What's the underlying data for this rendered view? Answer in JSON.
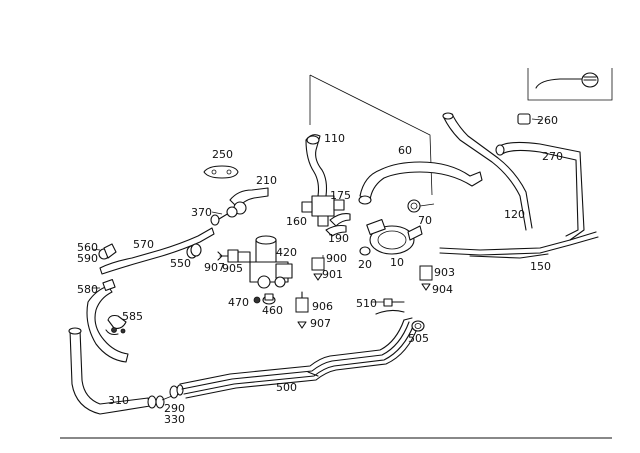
{
  "diagram": {
    "labels": [
      {
        "id": "p10",
        "text": "10"
      },
      {
        "id": "p20",
        "text": "20"
      },
      {
        "id": "p60",
        "text": "60"
      },
      {
        "id": "p70",
        "text": "70"
      },
      {
        "id": "p110",
        "text": "110"
      },
      {
        "id": "p120",
        "text": "120"
      },
      {
        "id": "p150",
        "text": "150"
      },
      {
        "id": "p160",
        "text": "160"
      },
      {
        "id": "p175",
        "text": "175"
      },
      {
        "id": "p190",
        "text": "190"
      },
      {
        "id": "p210",
        "text": "210"
      },
      {
        "id": "p250",
        "text": "250"
      },
      {
        "id": "p260",
        "text": "260"
      },
      {
        "id": "p270",
        "text": "270"
      },
      {
        "id": "p290",
        "text": "290"
      },
      {
        "id": "p310",
        "text": "310"
      },
      {
        "id": "p330",
        "text": "330"
      },
      {
        "id": "p370",
        "text": "370"
      },
      {
        "id": "p420",
        "text": "420"
      },
      {
        "id": "p460",
        "text": "460"
      },
      {
        "id": "p470",
        "text": "470"
      },
      {
        "id": "p500",
        "text": "500"
      },
      {
        "id": "p505",
        "text": "505"
      },
      {
        "id": "p510",
        "text": "510"
      },
      {
        "id": "p550",
        "text": "550"
      },
      {
        "id": "p560",
        "text": "560"
      },
      {
        "id": "p570",
        "text": "570"
      },
      {
        "id": "p580",
        "text": "580"
      },
      {
        "id": "p585",
        "text": "585"
      },
      {
        "id": "p590",
        "text": "590"
      },
      {
        "id": "p900",
        "text": "900"
      },
      {
        "id": "p901",
        "text": "901"
      },
      {
        "id": "p903",
        "text": "903"
      },
      {
        "id": "p904",
        "text": "904"
      },
      {
        "id": "p905",
        "text": "905"
      },
      {
        "id": "p906",
        "text": "906"
      },
      {
        "id": "p907a",
        "text": "907"
      },
      {
        "id": "p907b",
        "text": "907"
      }
    ]
  }
}
